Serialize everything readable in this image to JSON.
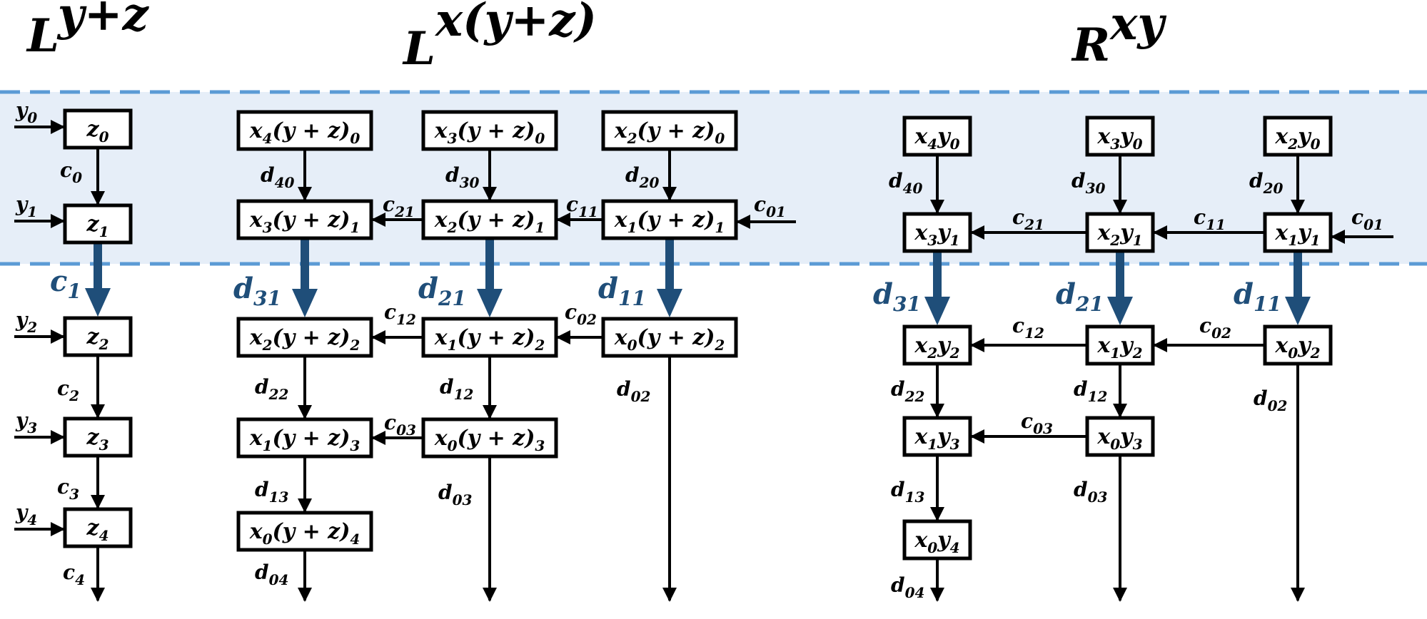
{
  "titles": {
    "left": {
      "base": "L",
      "sup": "y+z"
    },
    "middle": {
      "base": "L",
      "sup": "x(y+z)"
    },
    "right": {
      "base": "R",
      "sup": "xy"
    }
  },
  "colors": {
    "band_fill": "#e6eef8",
    "band_border": "#5b9bd5",
    "thick_arrow": "#1f4e79",
    "thin_arrow": "#000000"
  },
  "left_column": {
    "nodes": [
      {
        "base": "z",
        "sub": "0"
      },
      {
        "base": "z",
        "sub": "1"
      },
      {
        "base": "z",
        "sub": "2"
      },
      {
        "base": "z",
        "sub": "3"
      },
      {
        "base": "z",
        "sub": "4"
      }
    ],
    "inputs": [
      {
        "base": "y",
        "sub": "0"
      },
      {
        "base": "y",
        "sub": "1"
      },
      {
        "base": "y",
        "sub": "2"
      },
      {
        "base": "y",
        "sub": "3"
      },
      {
        "base": "y",
        "sub": "4"
      }
    ],
    "edges": [
      {
        "base": "c",
        "sub": "0"
      },
      {
        "base": "c",
        "sub": "1"
      },
      {
        "base": "c",
        "sub": "2"
      },
      {
        "base": "c",
        "sub": "3"
      },
      {
        "base": "c",
        "sub": "4"
      }
    ]
  },
  "middle_column": {
    "nodes": [
      {
        "id": "m40",
        "a": "x",
        "as": "4",
        "b": "(y + z)",
        "bs": "0"
      },
      {
        "id": "m30",
        "a": "x",
        "as": "3",
        "b": "(y + z)",
        "bs": "0"
      },
      {
        "id": "m20",
        "a": "x",
        "as": "2",
        "b": "(y + z)",
        "bs": "0"
      },
      {
        "id": "m31",
        "a": "x",
        "as": "3",
        "b": "(y + z)",
        "bs": "1"
      },
      {
        "id": "m21",
        "a": "x",
        "as": "2",
        "b": "(y + z)",
        "bs": "1"
      },
      {
        "id": "m11",
        "a": "x",
        "as": "1",
        "b": "(y + z)",
        "bs": "1"
      },
      {
        "id": "m22",
        "a": "x",
        "as": "2",
        "b": "(y + z)",
        "bs": "2"
      },
      {
        "id": "m12",
        "a": "x",
        "as": "1",
        "b": "(y + z)",
        "bs": "2"
      },
      {
        "id": "m02",
        "a": "x",
        "as": "0",
        "b": "(y + z)",
        "bs": "2"
      },
      {
        "id": "m13",
        "a": "x",
        "as": "1",
        "b": "(y + z)",
        "bs": "3"
      },
      {
        "id": "m03",
        "a": "x",
        "as": "0",
        "b": "(y + z)",
        "bs": "3"
      },
      {
        "id": "m04",
        "a": "x",
        "as": "0",
        "b": "(y + z)",
        "bs": "4"
      }
    ],
    "labels": [
      {
        "base": "d",
        "sub": "40"
      },
      {
        "base": "d",
        "sub": "30"
      },
      {
        "base": "d",
        "sub": "20"
      },
      {
        "base": "c",
        "sub": "21"
      },
      {
        "base": "c",
        "sub": "11"
      },
      {
        "base": "c",
        "sub": "01"
      },
      {
        "base": "d",
        "sub": "31"
      },
      {
        "base": "d",
        "sub": "21"
      },
      {
        "base": "d",
        "sub": "11"
      },
      {
        "base": "c",
        "sub": "12"
      },
      {
        "base": "c",
        "sub": "02"
      },
      {
        "base": "d",
        "sub": "22"
      },
      {
        "base": "d",
        "sub": "12"
      },
      {
        "base": "d",
        "sub": "02"
      },
      {
        "base": "c",
        "sub": "03"
      },
      {
        "base": "d",
        "sub": "13"
      },
      {
        "base": "d",
        "sub": "03"
      },
      {
        "base": "d",
        "sub": "04"
      }
    ]
  },
  "right_column": {
    "nodes": [
      {
        "id": "r40",
        "a": "x",
        "as": "4",
        "b": "y",
        "bs": "0"
      },
      {
        "id": "r30",
        "a": "x",
        "as": "3",
        "b": "y",
        "bs": "0"
      },
      {
        "id": "r20",
        "a": "x",
        "as": "2",
        "b": "y",
        "bs": "0"
      },
      {
        "id": "r31",
        "a": "x",
        "as": "3",
        "b": "y",
        "bs": "1"
      },
      {
        "id": "r21",
        "a": "x",
        "as": "2",
        "b": "y",
        "bs": "1"
      },
      {
        "id": "r11",
        "a": "x",
        "as": "1",
        "b": "y",
        "bs": "1"
      },
      {
        "id": "r22",
        "a": "x",
        "as": "2",
        "b": "y",
        "bs": "2"
      },
      {
        "id": "r12",
        "a": "x",
        "as": "1",
        "b": "y",
        "bs": "2"
      },
      {
        "id": "r02",
        "a": "x",
        "as": "0",
        "b": "y",
        "bs": "2"
      },
      {
        "id": "r13",
        "a": "x",
        "as": "1",
        "b": "y",
        "bs": "3"
      },
      {
        "id": "r03",
        "a": "x",
        "as": "0",
        "b": "y",
        "bs": "3"
      },
      {
        "id": "r04",
        "a": "x",
        "as": "0",
        "b": "y",
        "bs": "4"
      }
    ],
    "labels": [
      {
        "base": "d",
        "sub": "40"
      },
      {
        "base": "d",
        "sub": "30"
      },
      {
        "base": "d",
        "sub": "20"
      },
      {
        "base": "c",
        "sub": "21"
      },
      {
        "base": "c",
        "sub": "11"
      },
      {
        "base": "c",
        "sub": "01"
      },
      {
        "base": "d",
        "sub": "31"
      },
      {
        "base": "d",
        "sub": "21"
      },
      {
        "base": "d",
        "sub": "11"
      },
      {
        "base": "c",
        "sub": "12"
      },
      {
        "base": "c",
        "sub": "02"
      },
      {
        "base": "d",
        "sub": "22"
      },
      {
        "base": "d",
        "sub": "12"
      },
      {
        "base": "d",
        "sub": "02"
      },
      {
        "base": "c",
        "sub": "03"
      },
      {
        "base": "d",
        "sub": "13"
      },
      {
        "base": "d",
        "sub": "03"
      },
      {
        "base": "d",
        "sub": "04"
      }
    ]
  }
}
